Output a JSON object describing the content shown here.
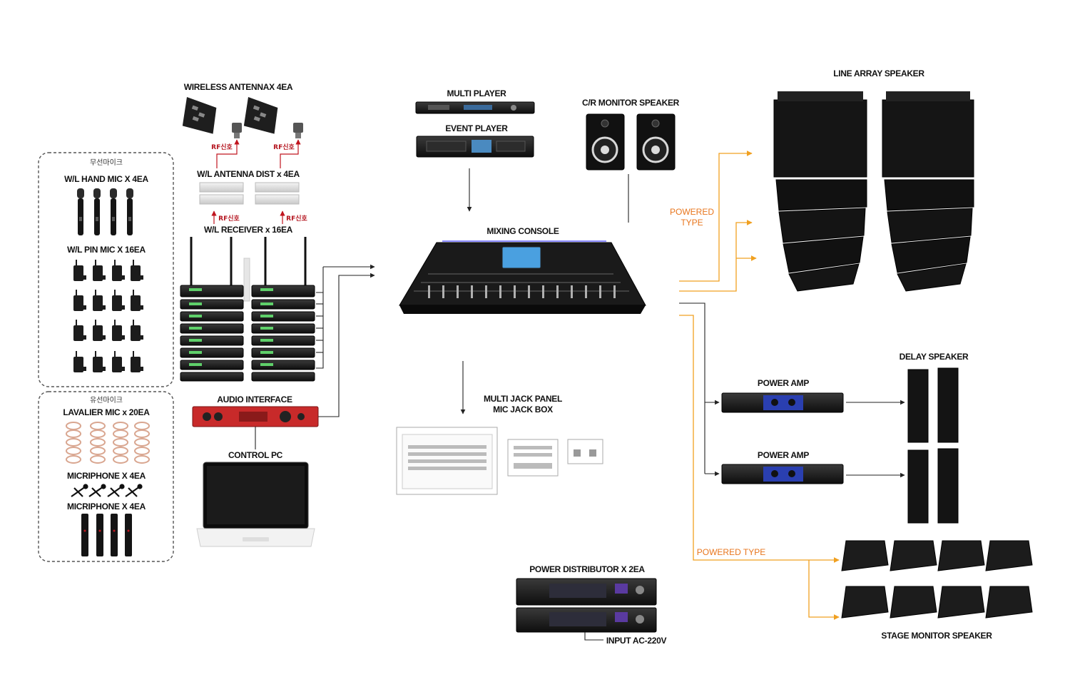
{
  "groups": {
    "wireless": "무선마이크",
    "wired": "유선마이크"
  },
  "labels": {
    "wl_hand_mic": "W/L HAND MIC X 4EA",
    "wl_pin_mic": "W/L PIN MIC X 16EA",
    "lavalier": "LAVALIER MIC x 20EA",
    "micriphone1": "MICRIPHONE X 4EA",
    "micriphone2": "MICRIPHONE X 4EA",
    "antenna": "WIRELESS ANTENNAX 4EA",
    "rf1": "RF신호",
    "rf2": "RF신호",
    "rf3": "RF신호",
    "rf4": "RF신호",
    "antenna_dist": "W/L ANTENNA DIST x 4EA",
    "receiver": "W/L RECEIVER x 16EA",
    "audio_interface": "AUDIO INTERFACE",
    "control_pc": "CONTROL PC",
    "multi_player": "MULTI PLAYER",
    "event_player": "EVENT PLAYER",
    "mixing_console": "MIXING CONSOLE",
    "cr_monitor": "C/R MONITOR SPEAKER",
    "jack_panel_1": "MULTI JACK PANEL",
    "jack_panel_2": "MIC JACK BOX",
    "power_distributor": "POWER DISTRIBUTOR X 2EA",
    "input_ac": "INPUT AC-220V",
    "line_array": "LINE ARRAY SPEAKER",
    "powered_type_1a": "POWERED",
    "powered_type_1b": "TYPE",
    "powered_type_2": "POWERED TYPE",
    "delay_speaker": "DELAY SPEAKER",
    "power_amp_1": "POWER AMP",
    "power_amp_2": "POWER AMP",
    "stage_monitor": "STAGE MONITOR SPEAKER"
  },
  "colors": {
    "powered_wire": "#f0a020",
    "powered_text": "#e8761e",
    "rf_signal": "#c0141e",
    "device_dark": "#1a1a1a",
    "interface_red": "#c82a2a",
    "amp_blue": "#2a3fb0"
  },
  "icons": {
    "hand_mic": "handheld-mic-icon",
    "pin_mic": "bodypack-transmitter-icon",
    "lavalier": "lavalier-mic-icon",
    "speaker": "speaker-icon"
  }
}
